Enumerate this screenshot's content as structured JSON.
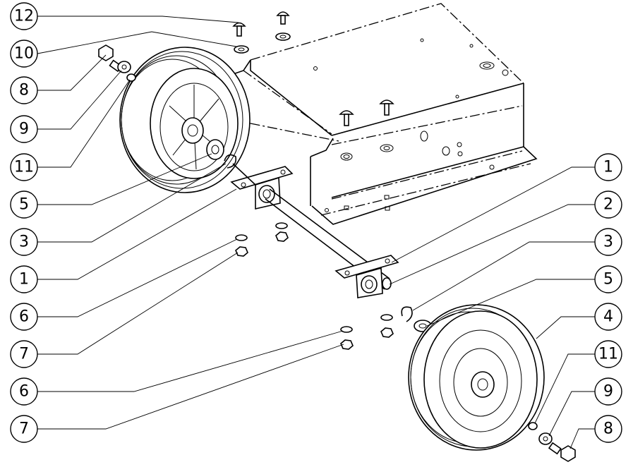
{
  "callouts": {
    "left": [
      "12",
      "10",
      "8",
      "9",
      "11",
      "5",
      "3",
      "1",
      "6",
      "7",
      "6",
      "7"
    ],
    "right": [
      "1",
      "2",
      "3",
      "5",
      "4",
      "11",
      "9",
      "8"
    ]
  },
  "line_color": "#000000",
  "background": "#ffffff"
}
